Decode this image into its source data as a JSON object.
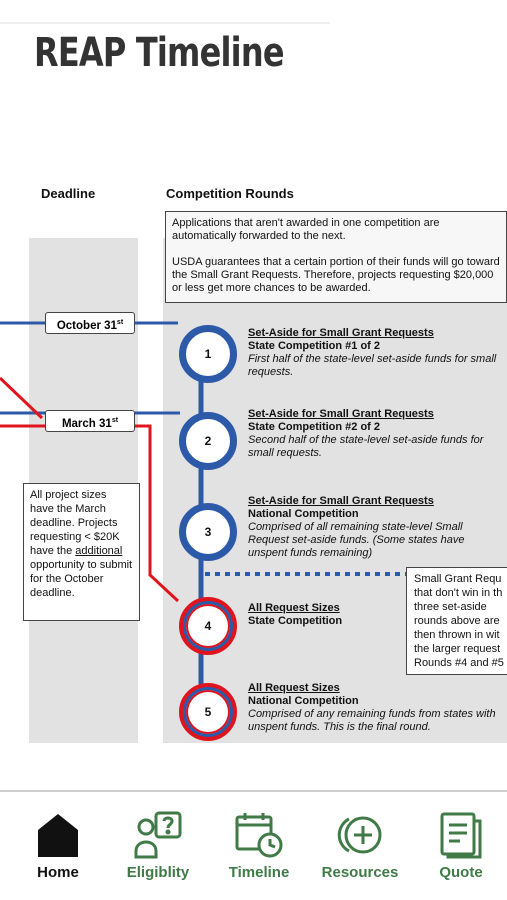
{
  "page": {
    "title": "REAP Timeline"
  },
  "diagram": {
    "deadline_header": "Deadline",
    "rounds_header": "Competition Rounds",
    "info": {
      "line1": "Applications that aren't awarded in one competition are automatically forwarded to the next.",
      "line2": "USDA guarantees that a certain portion of their funds will go toward the Small Grant Requests. Therefore, projects requesting $20,000 or less get more chances to be awarded."
    },
    "deadlines": [
      {
        "label": "October 31",
        "sup": "st"
      },
      {
        "label": "March 31",
        "sup": "st"
      }
    ],
    "left_note": {
      "pre": "All project sizes have the March deadline. Projects requesting < $20K have the ",
      "underlined": "additional",
      "post": " opportunity to submit for the October deadline."
    },
    "right_note": [
      "Small Grant Requ",
      "that don't win in th",
      "three set-aside",
      "rounds above are",
      "then thrown in wit",
      "the larger request",
      "Rounds #4 and #5"
    ],
    "rounds": [
      {
        "num": "1",
        "title": "Set-Aside for Small Grant Requests",
        "subtitle": "State Competition #1 of 2",
        "desc": "First half of the state-level set-aside funds for small requests."
      },
      {
        "num": "2",
        "title": "Set-Aside for Small Grant Requests",
        "subtitle": "State Competition #2 of 2",
        "desc": "Second half of the state-level set-aside funds for small requests."
      },
      {
        "num": "3",
        "title": "Set-Aside for Small Grant Requests",
        "subtitle": "National Competition",
        "desc": "Comprised of all remaining state-level Small Request set-aside funds. (Some states have unspent funds remaining)"
      },
      {
        "num": "4",
        "title": "All Request Sizes",
        "subtitle": "State Competition",
        "desc": ""
      },
      {
        "num": "5",
        "title": "All Request Sizes",
        "subtitle": "National Competition",
        "desc": "Comprised of any remaining funds from states with unspent funds. This is the final round."
      }
    ]
  },
  "nav": {
    "items": [
      {
        "label": "Home",
        "icon": "home-icon"
      },
      {
        "label": "Eligiblity",
        "icon": "person-question-icon"
      },
      {
        "label": "Timeline",
        "icon": "calendar-clock-icon"
      },
      {
        "label": "Resources",
        "icon": "plus-circle-icon"
      },
      {
        "label": "Quote",
        "icon": "document-icon"
      }
    ]
  },
  "colors": {
    "blue": "#2d5aa8",
    "red": "#e0141c",
    "green": "#3f7a47"
  }
}
